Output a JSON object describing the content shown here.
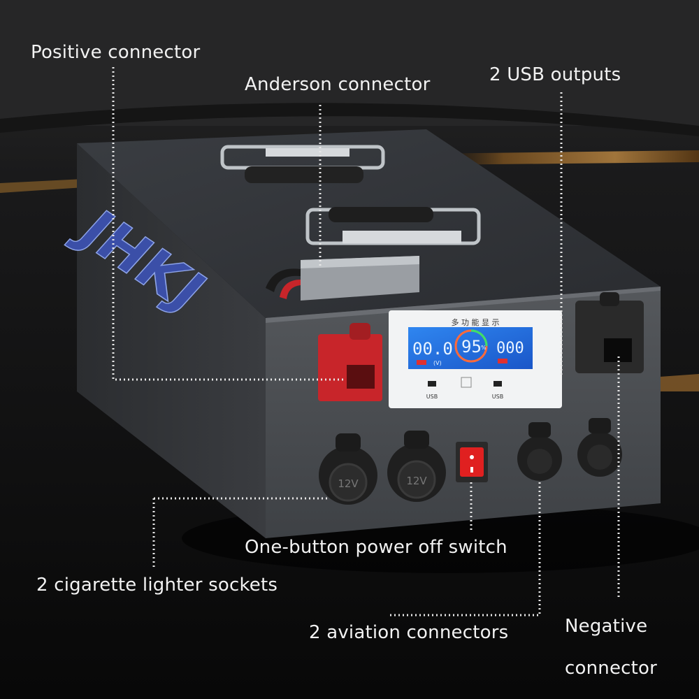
{
  "labels": {
    "positive_connector": "Positive connector",
    "anderson_connector": "Anderson connector",
    "usb_outputs": "2 USB outputs",
    "power_switch": "One-button power off switch",
    "cigarette_sockets": "2 cigarette lighter sockets",
    "aviation_connectors": "2 aviation connectors",
    "negative_connector_line1": "Negative",
    "negative_connector_line2": "connector"
  },
  "brand": {
    "logo": "JHKJ"
  },
  "display": {
    "title": "多 功 能 显 示",
    "voltage": "00.0",
    "voltage_unit": "(V)",
    "percent": "95",
    "percent_unit": "%",
    "power": "000",
    "usb_left": "USB",
    "usb_right": "USB"
  },
  "sockets": {
    "left": "12V",
    "right": "12V"
  },
  "colors": {
    "positive": "#c8252a",
    "negative": "#222222",
    "display_bg": "#1e6fe0",
    "switch": "#e02020"
  }
}
